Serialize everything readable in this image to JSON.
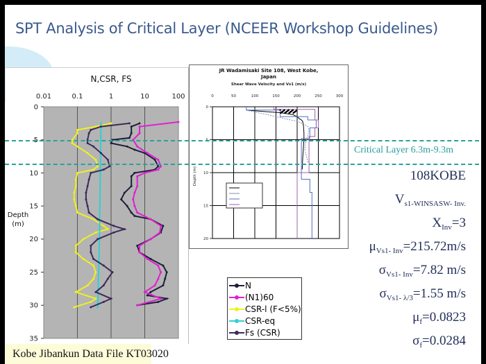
{
  "slide": {
    "title": "SPT Analysis of Critical Layer (NCEER Workshop Guidelines)",
    "critical_layer_label": "Critical Layer 6.3m-9.3m",
    "source": "Kobe Jibankun Data File KT03020",
    "notes": {
      "site": "108KOBE",
      "vs_main": "V",
      "vs_sub": "s1-WINSASW- Inv.",
      "x_main": "X",
      "x_sub": "Inv",
      "x_val": "=3",
      "mu_main": "μ",
      "mu_sub": "Vs1- Inv",
      "mu_val": "=215.72m/s",
      "sig1_main": "σ",
      "sig1_sub": "Vs1- Inv",
      "sig1_val": "=7.82 m/s",
      "sig2_main": "σ",
      "sig2_sub": "Vs1- λ/3",
      "sig2_val": "=1.55 m/s",
      "muf_main": "μ",
      "muf_sub": "f",
      "muf_val": "=0.0823",
      "sigf_main": "σ",
      "sigf_sub": "f",
      "sigf_val": "=0.0284"
    },
    "colors": {
      "title": "#3a5a8c",
      "dashed": "#2aa09a",
      "notes": "#22305a"
    }
  },
  "chart_data": [
    {
      "type": "line",
      "title": "N,CSR, FS",
      "xlabel": "",
      "ylabel": "Depth (m)",
      "xscale": "log",
      "xlim": [
        0.01,
        100
      ],
      "ylim": [
        0,
        35
      ],
      "yinverted": true,
      "xticks": [
        "0.01",
        "0.1",
        "1",
        "10",
        "100"
      ],
      "yticks": [
        "0",
        "5",
        "10",
        "15",
        "20",
        "25",
        "30",
        "35"
      ],
      "grid": "vertical",
      "background": "#b4b4b4",
      "legend": "bottom-right",
      "series": [
        {
          "name": "N",
          "color": "#1e1e3c",
          "marker": "diamond",
          "depth": [
            2.5,
            3,
            4,
            4.7,
            5,
            5.5,
            6,
            6.5,
            7,
            8,
            9,
            9.5,
            10,
            10.5,
            12,
            13,
            14,
            15,
            16,
            16.5,
            17,
            18,
            19,
            20,
            21,
            22,
            23,
            24,
            25,
            26,
            27,
            28,
            28.5,
            29,
            29.5,
            30
          ],
          "values": [
            7,
            4,
            4,
            3.5,
            1.1,
            1,
            3,
            5,
            10,
            20,
            25,
            20,
            5,
            4,
            4,
            2.5,
            2,
            3,
            4,
            5,
            15,
            35,
            30,
            15,
            6,
            7,
            15,
            35,
            45,
            40,
            35,
            15,
            12,
            45,
            25,
            6
          ]
        },
        {
          "name": "(N1)60",
          "color": "#e020d0",
          "marker": "square",
          "depth": [
            2.3,
            3,
            4,
            5,
            6,
            7,
            8,
            9,
            9.5,
            10,
            10.5,
            12,
            13,
            14,
            15,
            16,
            17,
            18,
            19,
            20,
            21,
            22,
            23,
            24,
            25,
            26,
            27,
            28,
            29,
            30
          ],
          "values": [
            100,
            7,
            7,
            4.5,
            6,
            12,
            25,
            30,
            25,
            10,
            6,
            6,
            5,
            4.5,
            5,
            6,
            15,
            30,
            28,
            15,
            7,
            7,
            12,
            25,
            30,
            25,
            20,
            10,
            30,
            6
          ]
        },
        {
          "name": "CSR-l (F<5%)",
          "color": "#f0f020",
          "marker": "triangle",
          "depth": [
            2.5,
            3,
            3.5,
            4,
            5,
            5.5,
            6,
            7,
            8,
            9,
            9.5,
            10,
            11,
            12,
            13,
            14,
            15,
            16,
            17,
            18,
            18.5,
            19,
            20,
            21,
            22,
            23,
            24,
            25,
            26,
            27,
            28,
            29,
            29.5,
            30.3
          ],
          "values": [
            1.0,
            0.35,
            0.1,
            0.1,
            0.07,
            0.07,
            0.1,
            0.2,
            0.35,
            0.4,
            0.3,
            0.1,
            0.09,
            0.09,
            0.08,
            0.08,
            0.09,
            0.1,
            0.3,
            0.6,
            0.8,
            0.35,
            0.15,
            0.09,
            0.09,
            0.15,
            0.3,
            0.35,
            0.3,
            0.2,
            0.09,
            0.35,
            0.25,
            0.08
          ]
        },
        {
          "name": "CSR-eq",
          "color": "#30d0d0",
          "marker": "x",
          "depth": [
            2.5,
            10,
            20,
            30.3
          ],
          "values": [
            0.5,
            0.48,
            0.45,
            0.4
          ]
        },
        {
          "name": "Fs (CSR)",
          "color": "#3c2a5a",
          "marker": "star",
          "depth": [
            2.5,
            3,
            3.5,
            4,
            5,
            5.5,
            6,
            7,
            8,
            9,
            9.5,
            10,
            11,
            12,
            13,
            14,
            15,
            16,
            17,
            18,
            18.5,
            19,
            20,
            21,
            22,
            23,
            24,
            25,
            26,
            27,
            28,
            29,
            29.5,
            30.3
          ],
          "values": [
            3.5,
            0.5,
            0.25,
            0.22,
            0.2,
            0.2,
            0.3,
            0.5,
            0.8,
            0.9,
            0.6,
            0.25,
            0.22,
            0.2,
            0.18,
            0.18,
            0.2,
            0.22,
            0.4,
            1.2,
            2.5,
            1.2,
            0.4,
            0.25,
            0.25,
            0.3,
            0.6,
            1.1,
            0.8,
            0.6,
            0.35,
            1.0,
            0.6,
            0.25
          ]
        }
      ]
    },
    {
      "type": "line",
      "title": "JR Wadamisaki Site 108, West Kobe, Japan",
      "subtitle": "Shear Wave Velocity and Vs1 (m/s)",
      "ylabel": "Depth (m)",
      "xlim": [
        0,
        300
      ],
      "ylim": [
        0,
        20
      ],
      "yinverted": true,
      "xticks": [
        "0",
        "50",
        "100",
        "150",
        "200",
        "250",
        "300"
      ],
      "yticks": [
        "0",
        "5",
        "10",
        "15",
        "20"
      ],
      "grid": "major",
      "legend": "left",
      "series": [
        {
          "color": "#000000",
          "depth": [
            0.5,
            0.7,
            0.9,
            1.2,
            1.5,
            1.8,
            2.0,
            2.2,
            3,
            4,
            5,
            6,
            7,
            8,
            9.5
          ],
          "values": [
            80,
            120,
            160,
            190,
            200,
            205,
            210,
            213,
            215,
            216,
            216,
            215,
            214,
            213,
            212
          ]
        },
        {
          "color": "#8090b0",
          "dotted": true,
          "depth": [
            0.5,
            0.8,
            1.2,
            1.8,
            2.2,
            2.6,
            3,
            3.5,
            4.5,
            5.5,
            6.5,
            7.5,
            8.5
          ],
          "values": [
            80,
            100,
            130,
            170,
            200,
            215,
            225,
            228,
            225,
            220,
            218,
            222,
            226
          ]
        },
        {
          "color": "#5070c0",
          "depth": [
            0,
            0.5,
            0.5,
            1.5,
            1.5,
            2.0,
            2.0,
            3.2,
            3.2,
            4.8,
            4.8,
            11,
            11,
            13,
            13,
            20
          ],
          "values": [
            80,
            80,
            160,
            160,
            225,
            225,
            245,
            245,
            230,
            230,
            210,
            210,
            230,
            230,
            235,
            235
          ]
        },
        {
          "color": "#a060b0",
          "depth": [
            0,
            0.4,
            0.4,
            2.0,
            2.0,
            3.2,
            3.2,
            4.5,
            4.5,
            10,
            10,
            20
          ],
          "values": [
            145,
            145,
            242,
            242,
            250,
            250,
            242,
            242,
            228,
            228,
            200,
            200
          ]
        }
      ]
    }
  ]
}
